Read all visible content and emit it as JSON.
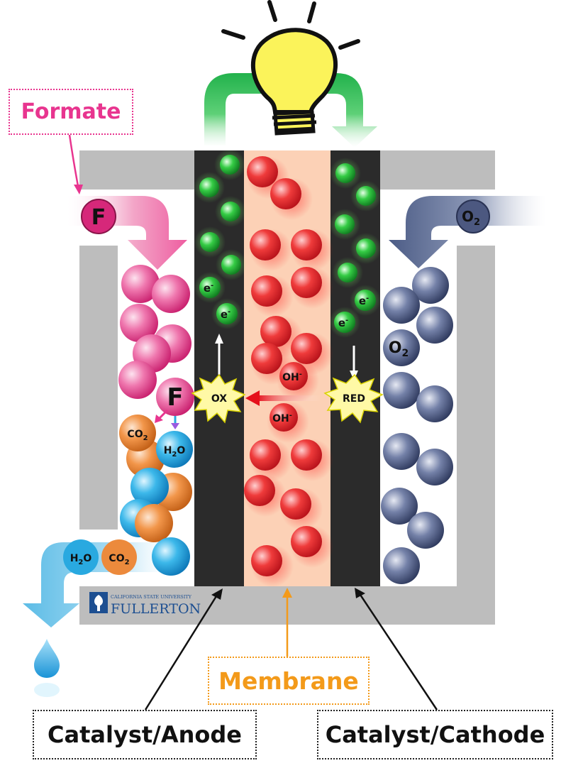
{
  "labels": {
    "formate": "Formate",
    "membrane": "Membrane",
    "catalyst_anode": "Catalyst/Anode",
    "catalyst_cathode": "Catalyst/Cathode"
  },
  "particles": {
    "formate_symbol": "F",
    "oxygen_symbol": "O",
    "oxygen_subscript": "2",
    "electron_symbol": "e",
    "electron_superscript": "-",
    "hydroxide_symbol": "OH",
    "hydroxide_superscript": "-",
    "water_left": "H",
    "water_sub": "2",
    "water_right": "O",
    "co2_left": "CO",
    "co2_sub": "2"
  },
  "reactions": {
    "oxidation": "OX",
    "reduction": "RED"
  },
  "logo": {
    "line1": "CALIFORNIA STATE UNIVERSITY",
    "line2": "FULLERTON"
  },
  "colors": {
    "formate": "#e8358f",
    "membrane": "#fcd1b6",
    "catalyst": "#2b2b2b",
    "electron": "#2ecc40",
    "hydroxide": "#e8202a",
    "oxygen": "#4c5880",
    "water": "#29a9e0",
    "co2": "#ec8a3c",
    "housing": "#bdbdbd",
    "external_circuit": "#22b24c",
    "bulb": "#fbf35a"
  }
}
